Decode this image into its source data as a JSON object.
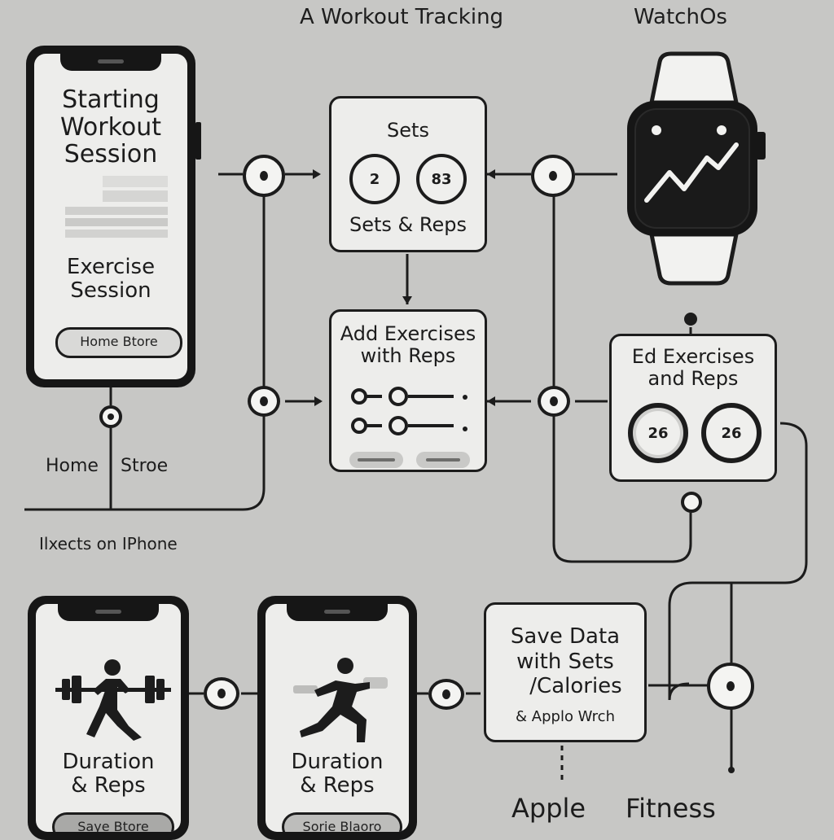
{
  "header": {
    "title": "A Workout Tracking",
    "platform": "WatchOs"
  },
  "phone_start": {
    "title": [
      "Starting",
      "Workout",
      "Session"
    ],
    "subtitle": [
      "Exercise",
      "Session"
    ],
    "button_label": "Home Btore"
  },
  "sets_card": {
    "title": "Sets",
    "ring_left": "2",
    "ring_right": "83",
    "caption": "Sets & Reps"
  },
  "add_card": {
    "title": [
      "Add Exercises",
      "with Reps"
    ]
  },
  "watch_card": {
    "title": [
      "Ed Exercises",
      "and Reps"
    ],
    "ring_left": "26",
    "ring_right": "26"
  },
  "labels": {
    "home_left": "Home",
    "home_right": "Stroe",
    "footnote": "Ilxects on IPhone"
  },
  "phone_lift": {
    "title": [
      "Duration",
      "& Reps"
    ],
    "button_label": "Saye Btore"
  },
  "phone_lunge": {
    "title": [
      "Duration",
      "& Reps"
    ],
    "button_label": "Sorie Blaoro"
  },
  "save_card": {
    "title": [
      "Save Data",
      "with Sets",
      "/Calories"
    ],
    "note": "& Applo Wrch"
  },
  "footer": {
    "left": "Apple",
    "right": "Fitness"
  },
  "icons": {
    "watch": "apple-watch-icon",
    "trend": "trend-line-icon",
    "barbell": "barbell-person-icon",
    "lunge": "lunge-person-icon",
    "slider": "slider-icon",
    "node": "connector-node-icon"
  },
  "colors": {
    "background": "#c7c7c5",
    "ink": "#1c1c1c",
    "card": "#ededeb"
  }
}
